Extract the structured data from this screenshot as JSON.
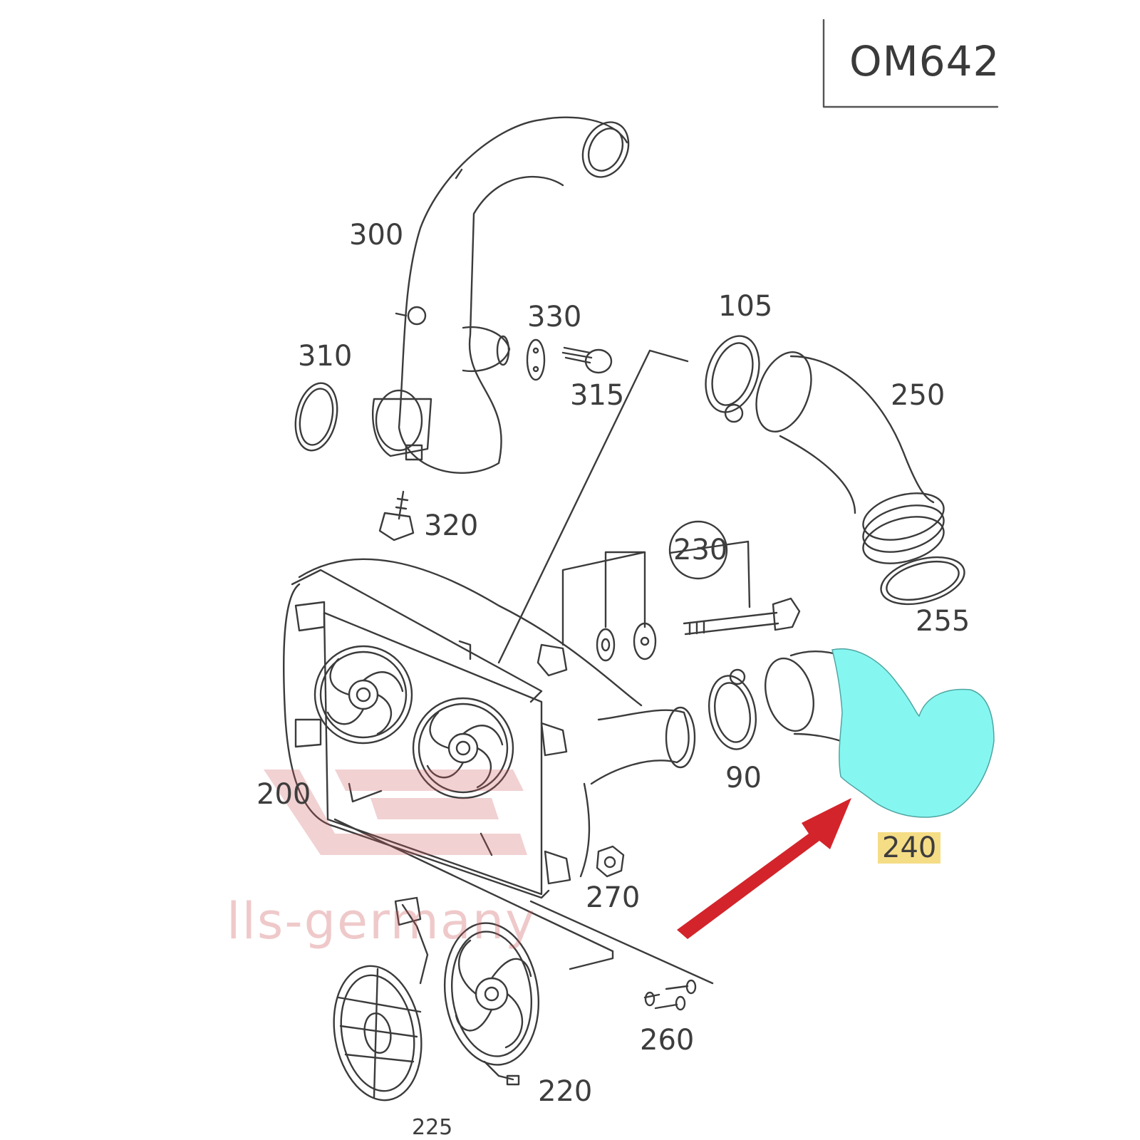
{
  "header": {
    "engine_code": "OM642"
  },
  "callouts": {
    "p300": "300",
    "p330": "330",
    "p105": "105",
    "p310": "310",
    "p315": "315",
    "p250": "250",
    "p320": "320",
    "p230": "230",
    "p255": "255",
    "p200": "200",
    "p90": "90",
    "p240": "240",
    "p270": "270",
    "p260": "260",
    "p220": "220",
    "p225": "225"
  },
  "highlight": {
    "part": "240",
    "fill_color": "#86f6f0",
    "label_bg": "#f5dd86"
  },
  "arrow": {
    "color": "#d3242b"
  },
  "watermark": {
    "text": "lls-germany",
    "color": "#cd5a5f"
  }
}
